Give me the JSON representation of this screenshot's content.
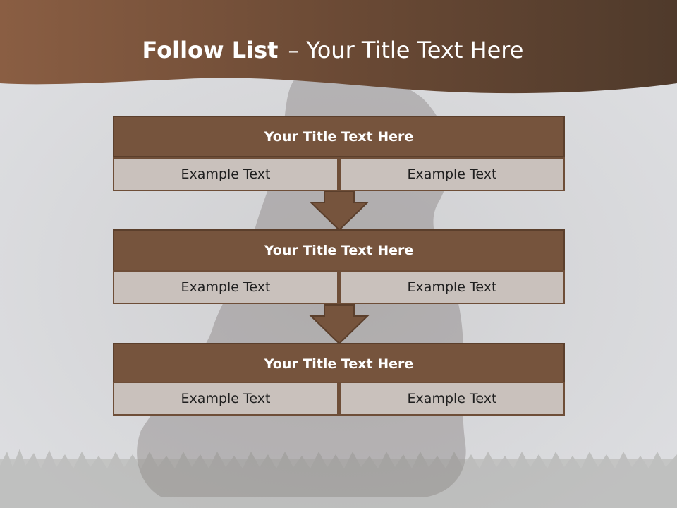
{
  "slide": {
    "title_bold": "Follow List",
    "title_dash": "–",
    "title_rest": "Your Title Text Here",
    "blocks": [
      {
        "header": "Your Title Text Here",
        "left": "Example Text",
        "right": "Example Text"
      },
      {
        "header": "Your Title Text Here",
        "left": "Example Text",
        "right": "Example Text"
      },
      {
        "header": "Your Title Text Here",
        "left": "Example Text",
        "right": "Example Text"
      }
    ]
  },
  "colors": {
    "banner": "#76543d",
    "header_fill": "#76543d",
    "cell_fill": "#c9c1bc",
    "background": "#d9dadc"
  }
}
